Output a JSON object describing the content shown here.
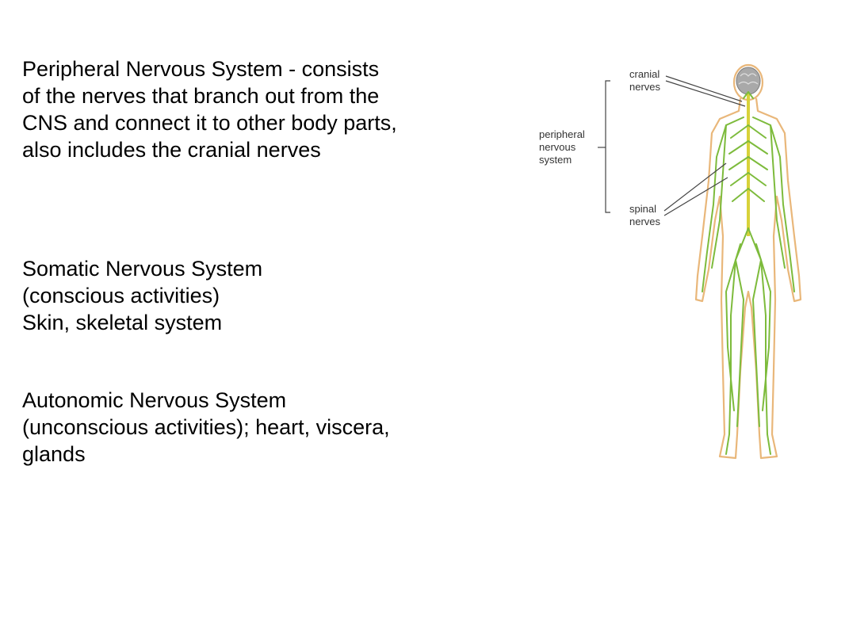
{
  "slide": {
    "paragraphs": [
      {
        "text": "Peripheral Nervous System  - consists\nof the nerves that branch out from the\nCNS and connect it to other body parts,\nalso includes the cranial nerves"
      },
      {
        "text": "Somatic Nervous System\n(conscious activities)\nSkin, skeletal system"
      },
      {
        "text": "Autonomic Nervous System\n(unconscious activities); heart, viscera,\nglands"
      }
    ]
  },
  "figure": {
    "labels": {
      "peripheral_1": "peripheral",
      "peripheral_2": "nervous",
      "peripheral_3": "system",
      "cranial_1": "cranial",
      "cranial_2": "nerves",
      "spinal_1": "spinal",
      "spinal_2": "nerves"
    },
    "colors": {
      "nerve": "#7dbb3c",
      "spine": "#d8d23a",
      "body_outline": "#e9b77a",
      "brain": "#a9a9a9",
      "label": "#333333",
      "leader_line": "#444444"
    }
  }
}
